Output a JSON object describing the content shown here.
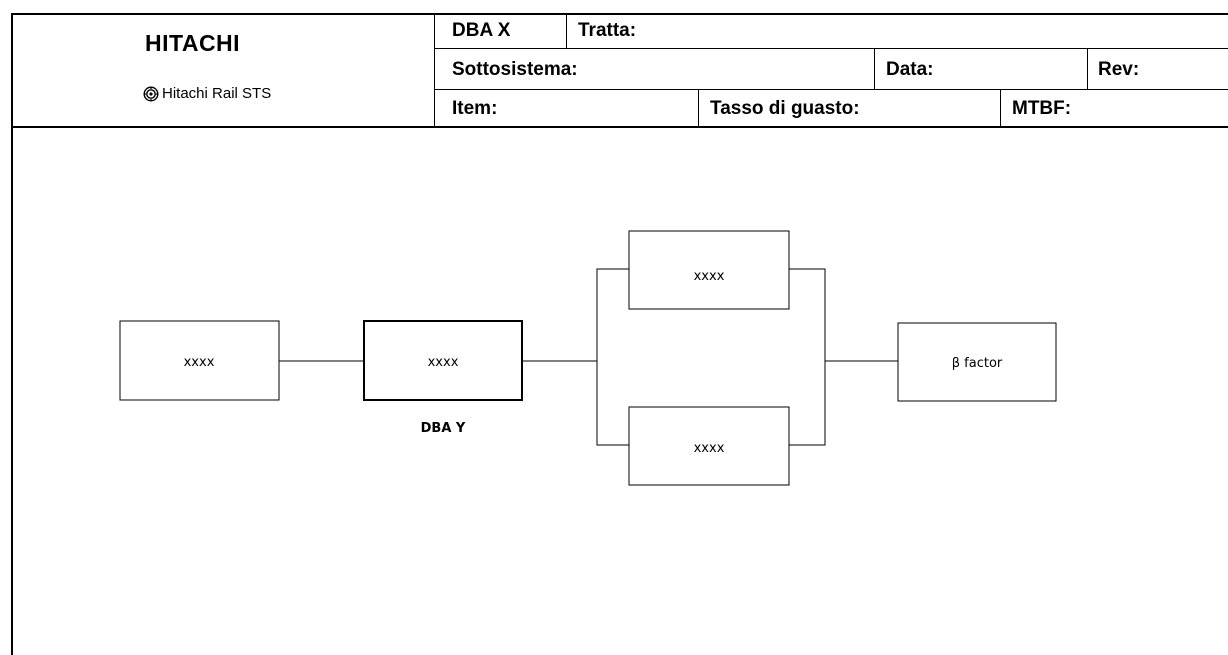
{
  "header": {
    "logo_title": "HITACHI",
    "logo_subtitle": "Hitachi Rail STS",
    "dba_label": "DBA X",
    "tratta_label": "Tratta:",
    "sottosistema_label": "Sottosistema:",
    "data_label": "Data:",
    "rev_label": "Rev:",
    "item_label": "Item:",
    "tasso_label": "Tasso di guasto:",
    "mtbf_label": "MTBF:"
  },
  "diagram": {
    "block_1": "xxxx",
    "block_dba": "xxxx",
    "dba_caption": "DBA Y",
    "parallel_top": "xxxx",
    "parallel_bottom": "xxxx",
    "beta_block": "β factor"
  }
}
